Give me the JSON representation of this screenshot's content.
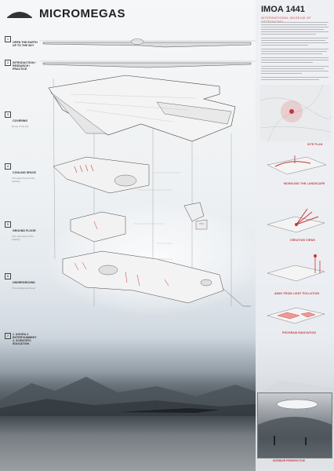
{
  "header": {
    "title": "MICROMEGAS",
    "logo_icon": "mountain-dome-icon"
  },
  "side_items": [
    {
      "num": "1",
      "heading": "OPEN THE EARTH UP TO THE SKY",
      "text": ""
    },
    {
      "num": "2",
      "heading": "INTRODUCTION / RESEARCH / PRACTICE",
      "text": ""
    },
    {
      "num": "3",
      "heading": "COVERING",
      "text": "Dome of the sky"
    },
    {
      "num": "4",
      "heading": "COOLING SPACE",
      "text": "The upper level of the building"
    },
    {
      "num": "5",
      "heading": "GROUND FLOOR",
      "text": "The main level of the building"
    },
    {
      "num": "6",
      "heading": "UNDERGROUND",
      "text": "The underground level"
    },
    {
      "num": "7",
      "heading": "1. AGORA 2. ENTERTAINMENT 3. SCIENTIFIC EDUCATION",
      "text": ""
    }
  ],
  "right_panel": {
    "code": "IMOA 1441",
    "subtitle": "INTERNATIONAL MUSEUM OF ASTRONOMY",
    "labels": [
      "SITE PLAN",
      "MODELING THE LANDSCAPE",
      "CREATION VIEWS",
      "AWAY FROM LIGHT POLLUTION",
      "PROGRAM INNOVATION"
    ],
    "caption": "INTERIOR PERSPECTIVE"
  },
  "colors": {
    "accent": "#c4373a",
    "ink": "#222222",
    "panel": "#eceff2"
  }
}
